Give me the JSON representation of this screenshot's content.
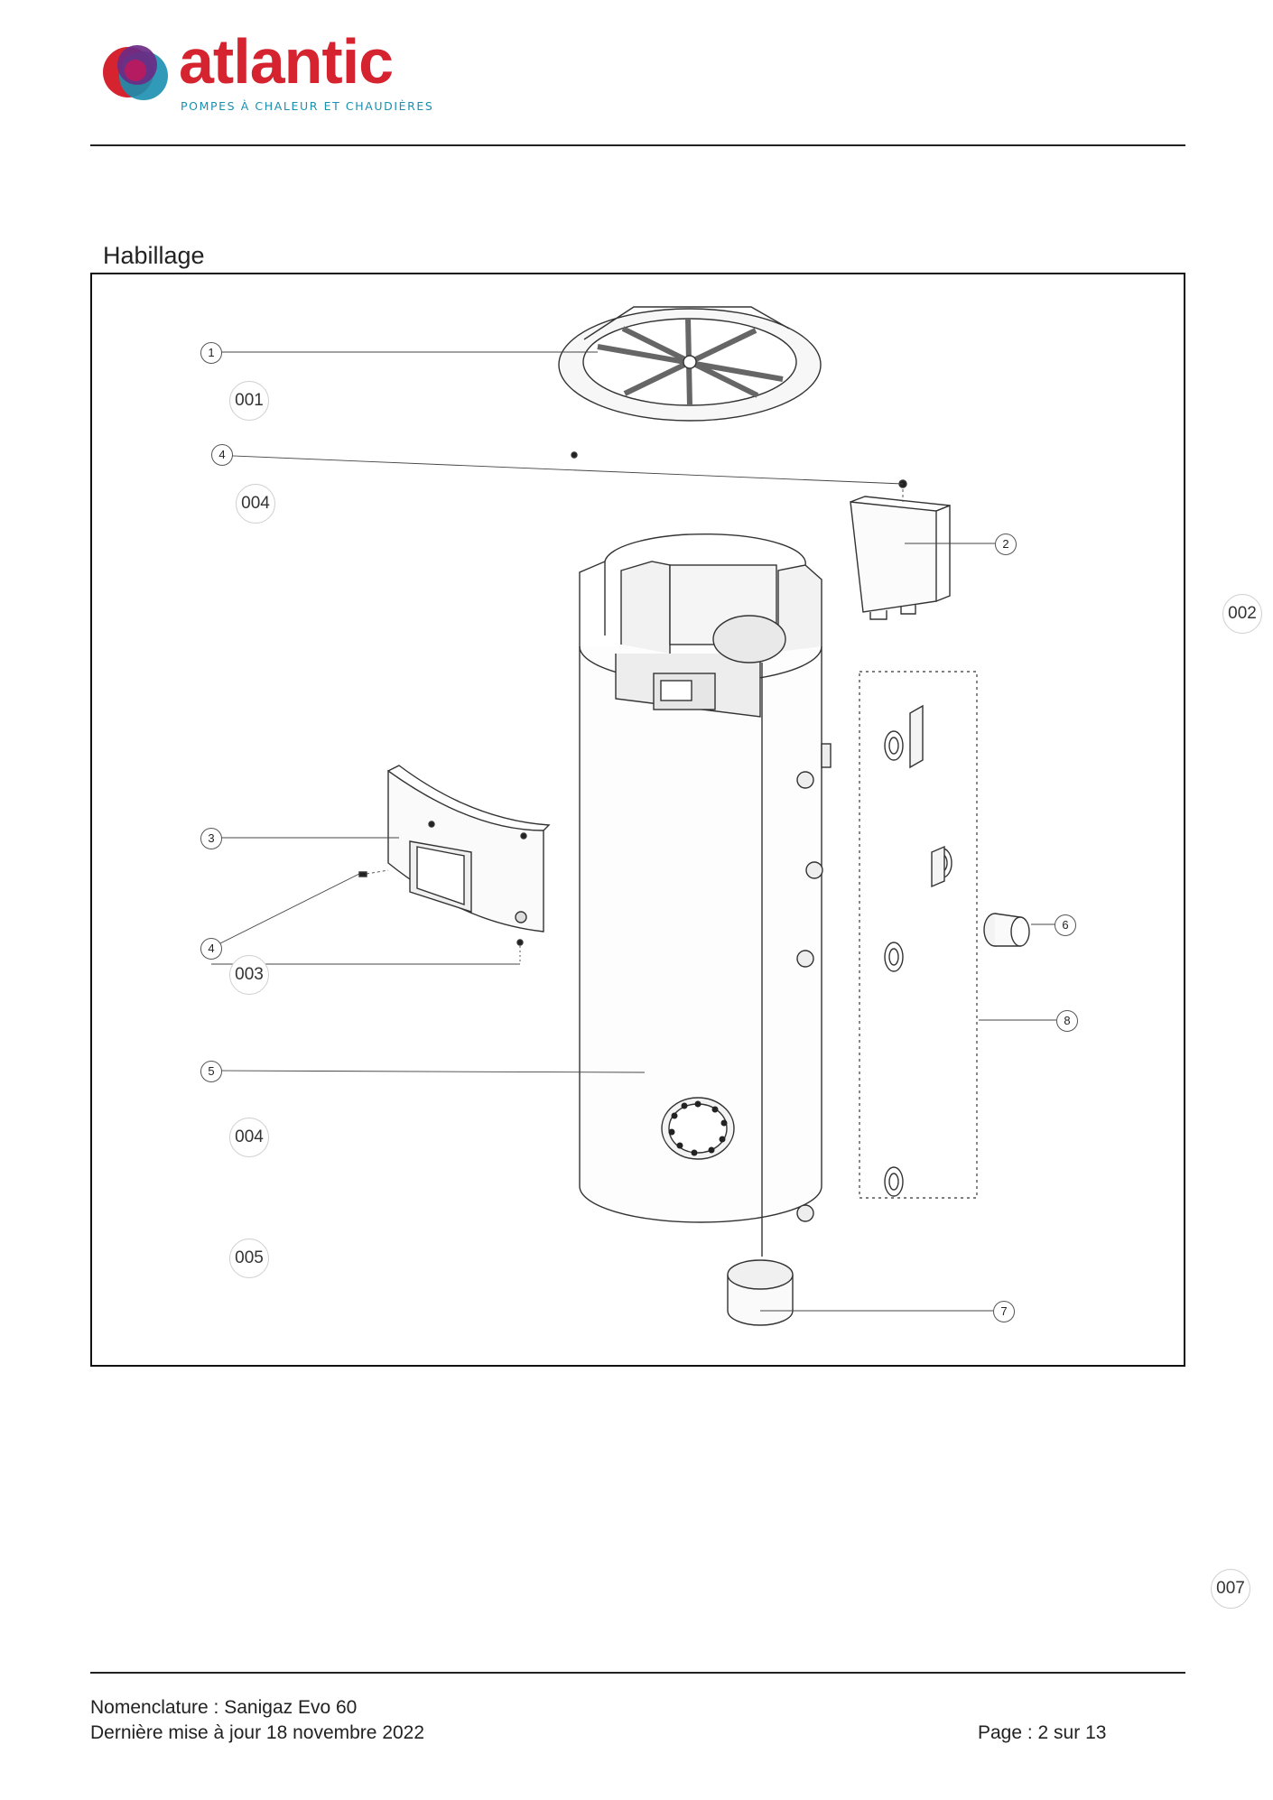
{
  "brand": {
    "name": "atlantic",
    "tagline": "POMPES À CHALEUR ET CHAUDIÈRES",
    "colors": {
      "red": "#d5232f",
      "purple": "#6b2b86",
      "teal": "#1a8fb0"
    }
  },
  "section": {
    "title": "Habillage"
  },
  "callouts": [
    "1",
    "4",
    "2",
    "3",
    "4",
    "5",
    "6",
    "8",
    "7"
  ],
  "codes": [
    "001",
    "004",
    "002",
    "003",
    "004",
    "005",
    "007"
  ],
  "footer": {
    "nomenclature": "Nomenclature : Sanigaz Evo 60",
    "updated": "Dernière mise à jour 18 novembre 2022",
    "page": "Page : 2 sur 13"
  }
}
